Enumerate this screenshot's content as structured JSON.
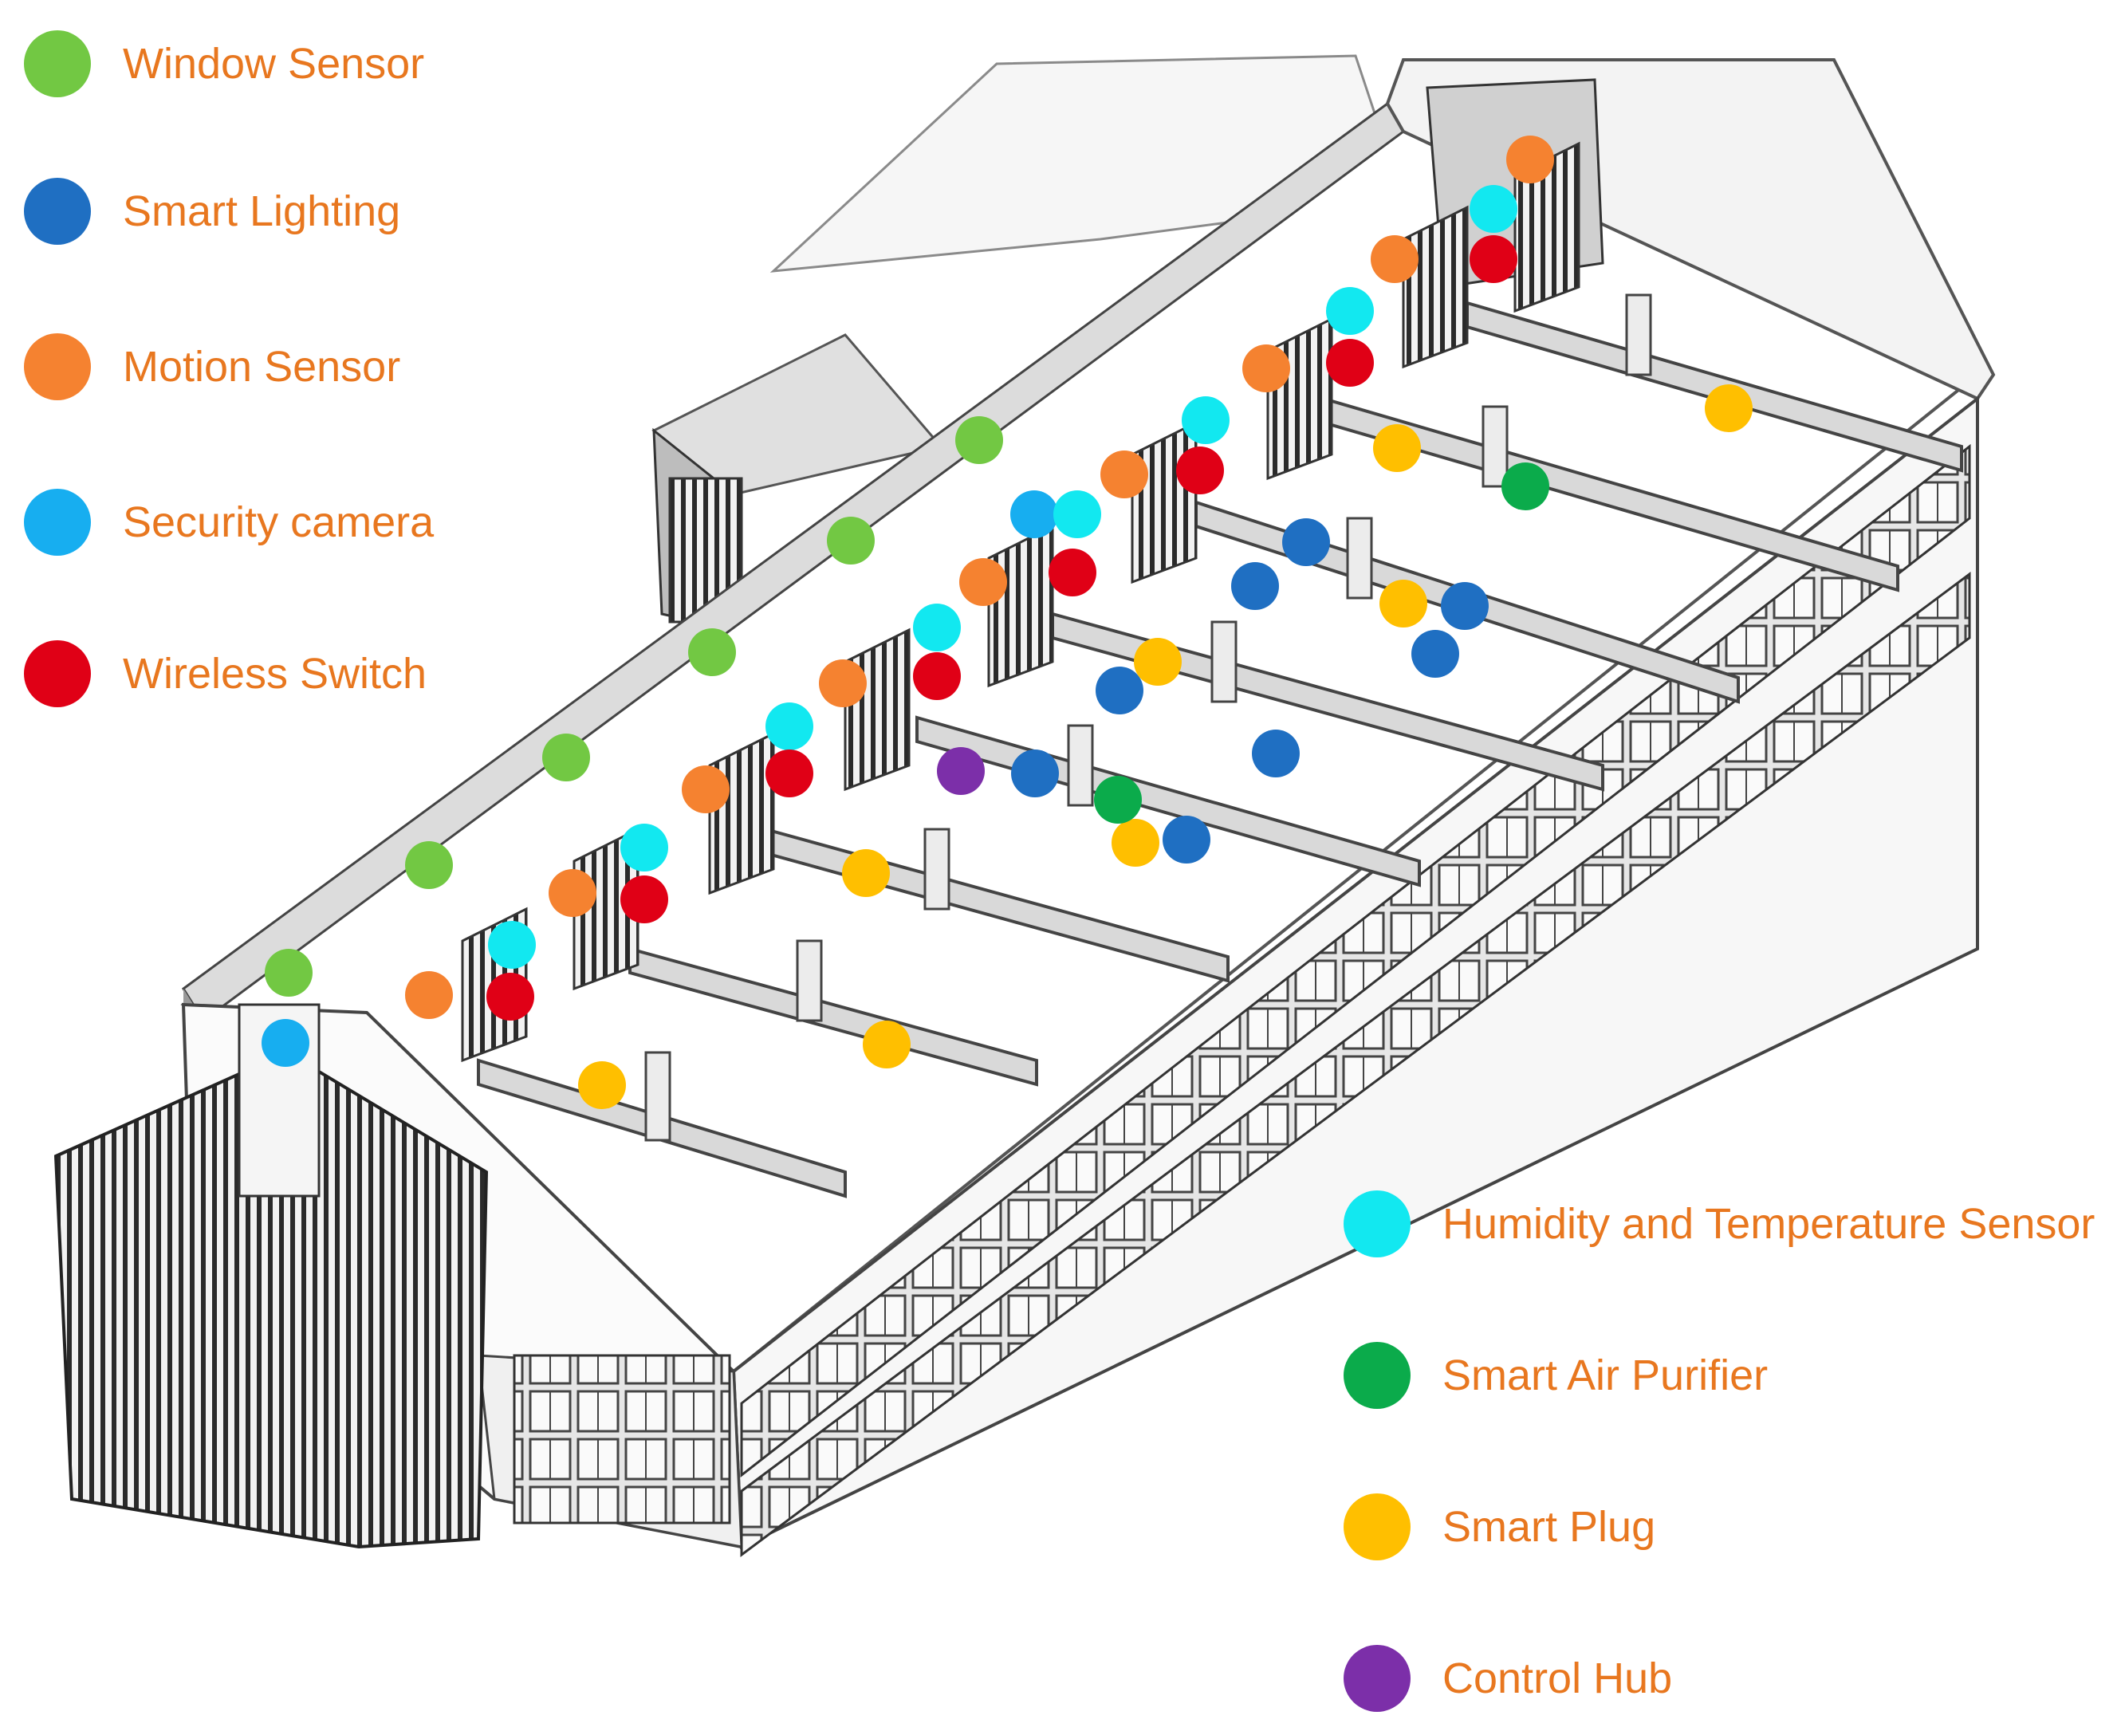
{
  "legend_top": [
    {
      "key": "window",
      "label": "Window Sensor",
      "color": "#72c843"
    },
    {
      "key": "light",
      "label": "Smart Lighting",
      "color": "#1f6fc2"
    },
    {
      "key": "motion",
      "label": "Motion Sensor",
      "color": "#f58230"
    },
    {
      "key": "security",
      "label": "Security camera",
      "color": "#17aef0"
    },
    {
      "key": "switch",
      "label": "Wireless Switch",
      "color": "#e00016"
    }
  ],
  "legend_bottom": [
    {
      "key": "humidity",
      "label": "Humidity and Temperature Sensor",
      "color": "#12e8f0"
    },
    {
      "key": "purifier",
      "label": "Smart Air Purifier",
      "color": "#0bab4b"
    },
    {
      "key": "plug",
      "label": "Smart Plug",
      "color": "#ffbf00"
    },
    {
      "key": "hub",
      "label": "Control Hub",
      "color": "#7c2fa9"
    }
  ]
}
